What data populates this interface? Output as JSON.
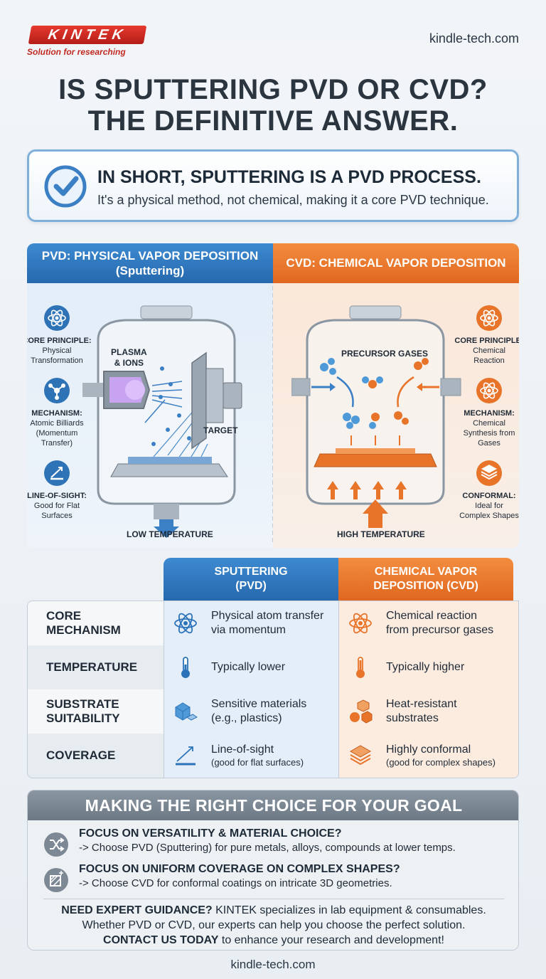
{
  "header": {
    "logo_text": "KINTEK",
    "tagline": "Solution for researching",
    "site": "kindle-tech.com"
  },
  "title": {
    "line1": "IS SPUTTERING PVD OR CVD?",
    "line2": "THE DEFINITIVE ANSWER."
  },
  "answer": {
    "headline": "IN SHORT, SPUTTERING IS A PVD PROCESS.",
    "subtext": "It's a physical method, not chemical, making it a core PVD technique."
  },
  "pvd_panel": {
    "title_line1": "PVD: PHYSICAL VAPOR DEPOSITION",
    "title_line2": "(Sputtering)",
    "features": [
      {
        "label": "CORE PRINCIPLE:",
        "line1": "Physical",
        "line2": "Transformation",
        "line3": "",
        "icon": "atom-icon"
      },
      {
        "label": "MECHANISM:",
        "line1": "Atomic Billiards",
        "line2": "(Momentum",
        "line3": "Transfer)",
        "icon": "molecule-icon"
      },
      {
        "label": "LINE-OF-SIGHT:",
        "line1": "Good for Flat",
        "line2": "Surfaces",
        "line3": "",
        "icon": "line-of-sight-icon"
      }
    ],
    "plasma_label_1": "PLASMA",
    "plasma_label_2": "& IONS",
    "target_label": "TARGET",
    "temperature_label": "LOW TEMPERATURE"
  },
  "cvd_panel": {
    "title": "CVD: CHEMICAL VAPOR DEPOSITION",
    "features": [
      {
        "label": "CORE PRINCIPLE:",
        "line1": "Chemical",
        "line2": "Reaction",
        "line3": "",
        "icon": "atom-icon"
      },
      {
        "label": "MECHANISM:",
        "line1": "Chemical",
        "line2": "Synthesis from",
        "line3": "Gases",
        "icon": "atom-icon"
      },
      {
        "label": "CONFORMAL:",
        "line1": "Ideal for",
        "line2": "Complex Shapes",
        "line3": "",
        "icon": "layers-icon"
      }
    ],
    "gases_label": "PRECURSOR GASES",
    "temperature_label": "HIGH TEMPERATURE"
  },
  "table": {
    "col_pvd_line1": "SPUTTERING",
    "col_pvd_line2": "(PVD)",
    "col_cvd_line1": "CHEMICAL VAPOR",
    "col_cvd_line2": "DEPOSITION (CVD)",
    "rows": [
      {
        "label_line1": "CORE",
        "label_line2": "MECHANISM",
        "pvd_line1": "Physical atom transfer",
        "pvd_line2": "via momentum",
        "cvd_line1": "Chemical reaction",
        "cvd_line2": "from precursor gases"
      },
      {
        "label_line1": "TEMPERATURE",
        "label_line2": "",
        "pvd_line1": "Typically lower",
        "pvd_line2": "",
        "cvd_line1": "Typically higher",
        "cvd_line2": ""
      },
      {
        "label_line1": "SUBSTRATE",
        "label_line2": "SUITABILITY",
        "pvd_line1": "Sensitive materials",
        "pvd_line2": "(e.g., plastics)",
        "cvd_line1": "Heat-resistant",
        "cvd_line2": "substrates"
      },
      {
        "label_line1": "COVERAGE",
        "label_line2": "",
        "pvd_line1": "Line-of-sight",
        "pvd_line2": "(good for flat surfaces)",
        "cvd_line1": "Highly conformal",
        "cvd_line2": "(good for complex shapes)"
      }
    ]
  },
  "choice": {
    "heading": "MAKING THE RIGHT CHOICE FOR YOUR GOAL",
    "items": [
      {
        "title": "FOCUS ON VERSATILITY & MATERIAL CHOICE?",
        "detail": "-> Choose PVD (Sputtering) for pure metals, alloys, compounds at lower temps."
      },
      {
        "title": "FOCUS ON UNIFORM COVERAGE ON COMPLEX SHAPES?",
        "detail": "-> Choose CVD for conformal coatings on intricate 3D geometries."
      }
    ],
    "cta_bold1": "NEED EXPERT GUIDANCE?",
    "cta_text1": " KINTEK specializes in lab equipment & consumables.",
    "cta_text2": "Whether PVD or CVD, our experts can help you choose the perfect solution.",
    "cta_bold3": "CONTACT US TODAY",
    "cta_text3": " to enhance your research and development!"
  },
  "footer": {
    "site": "kindle-tech.com"
  },
  "colors": {
    "pvd_blue": "#2b73b8",
    "cvd_orange": "#e8742a",
    "logo_red": "#d02a22"
  }
}
